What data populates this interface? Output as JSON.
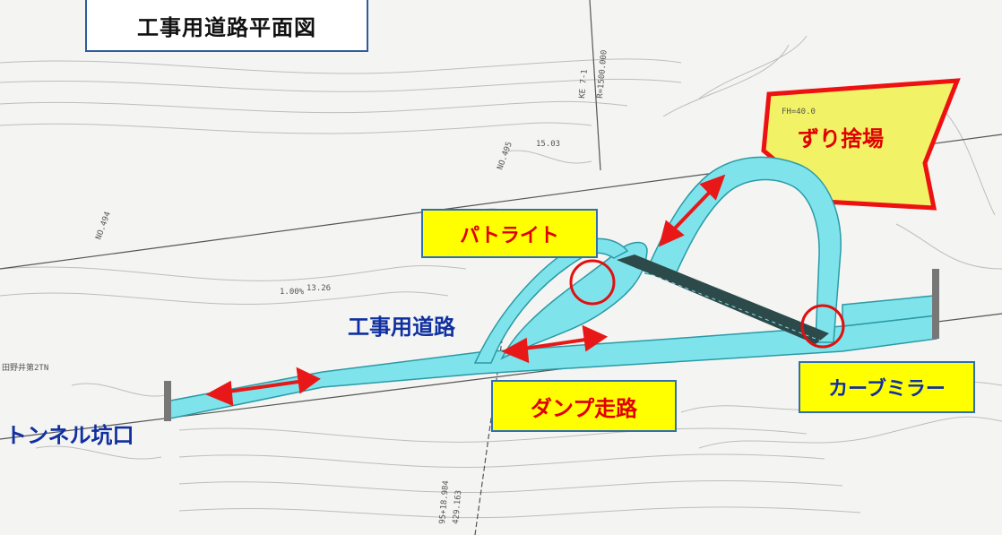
{
  "title": "工事用道路平面図",
  "callouts": {
    "patlight": "パトライト",
    "dump_road": "ダンプ走路",
    "curve_mirror": "カーブミラー"
  },
  "labels": {
    "construction_road": "工事用道路",
    "tunnel_portal": "トンネル坑口",
    "spoil_area": "ずり捨場"
  },
  "drawing_annotations": {
    "tunnel_name": "田野井第2TN",
    "station_494": "NO.494",
    "station_495": "NO.495",
    "curve_ke": "KE 7-1",
    "curve_radius": "R=1500.000",
    "fh": "FH=40.0",
    "dim_1": "15.03",
    "dim_2": "1.00%",
    "dim_3": "13.26",
    "coord_1": "95+18.984",
    "coord_2": "429.163"
  },
  "colors": {
    "road_fill": "#7fe3ec",
    "road_edge": "#2a9aa6",
    "spoil_fill": "#f2f266",
    "spoil_border": "#ee1111",
    "arrow": "#e81818",
    "marker_circle": "#e01010",
    "callout_bg": "#ffff00",
    "callout_border": "#2f6fb0",
    "title_border": "#2f5d9c"
  }
}
